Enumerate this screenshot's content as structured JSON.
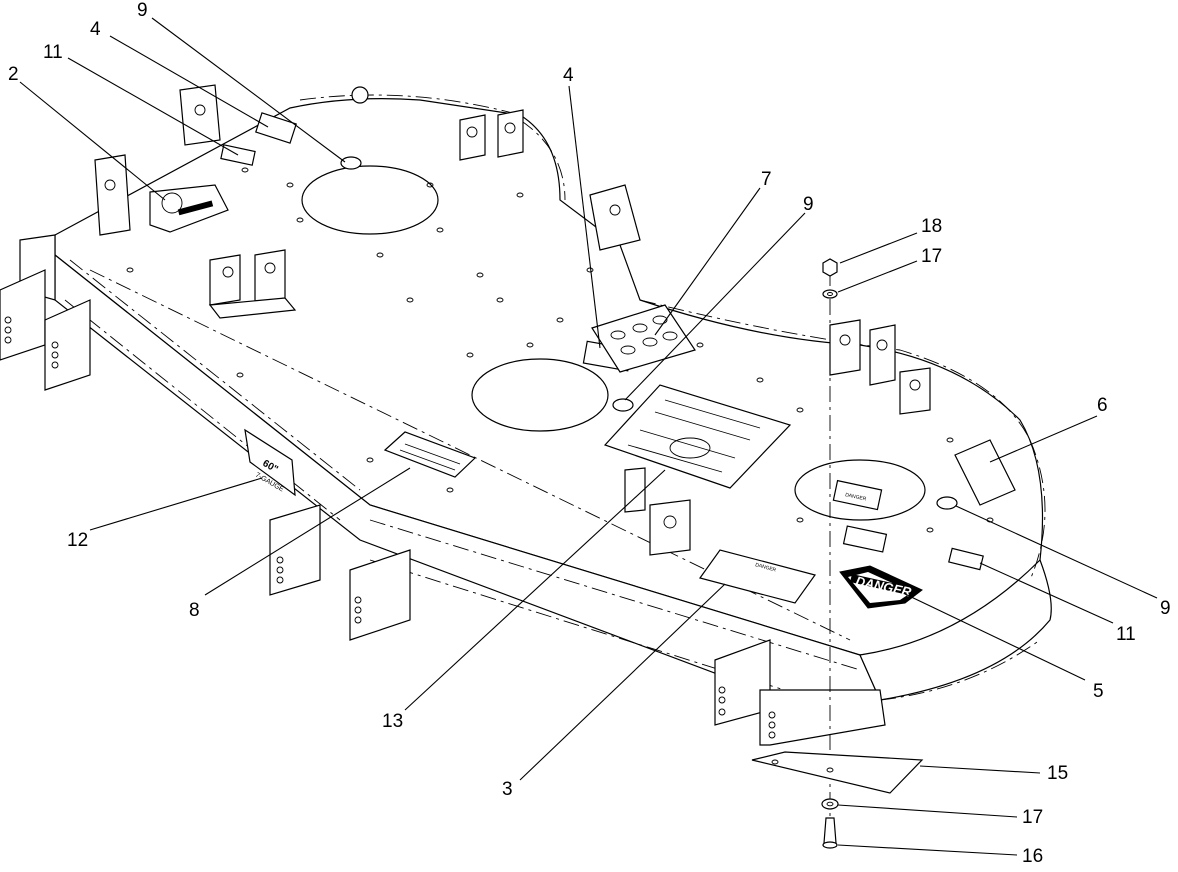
{
  "callouts": [
    {
      "id": "c9a",
      "label": "9"
    },
    {
      "id": "c4a",
      "label": "4"
    },
    {
      "id": "c11a",
      "label": "11"
    },
    {
      "id": "c2",
      "label": "2"
    },
    {
      "id": "c4b",
      "label": "4"
    },
    {
      "id": "c7",
      "label": "7"
    },
    {
      "id": "c9b",
      "label": "9"
    },
    {
      "id": "c18",
      "label": "18"
    },
    {
      "id": "c17a",
      "label": "17"
    },
    {
      "id": "c6",
      "label": "6"
    },
    {
      "id": "c12",
      "label": "12"
    },
    {
      "id": "c8",
      "label": "8"
    },
    {
      "id": "c9c",
      "label": "9"
    },
    {
      "id": "c11b",
      "label": "11"
    },
    {
      "id": "c5",
      "label": "5"
    },
    {
      "id": "c13",
      "label": "13"
    },
    {
      "id": "c3",
      "label": "3"
    },
    {
      "id": "c15",
      "label": "15"
    },
    {
      "id": "c17b",
      "label": "17"
    },
    {
      "id": "c16",
      "label": "16"
    }
  ],
  "decals": {
    "danger": "DANGER",
    "deck_size": "60\"",
    "gauge": "7-GAUGE"
  }
}
